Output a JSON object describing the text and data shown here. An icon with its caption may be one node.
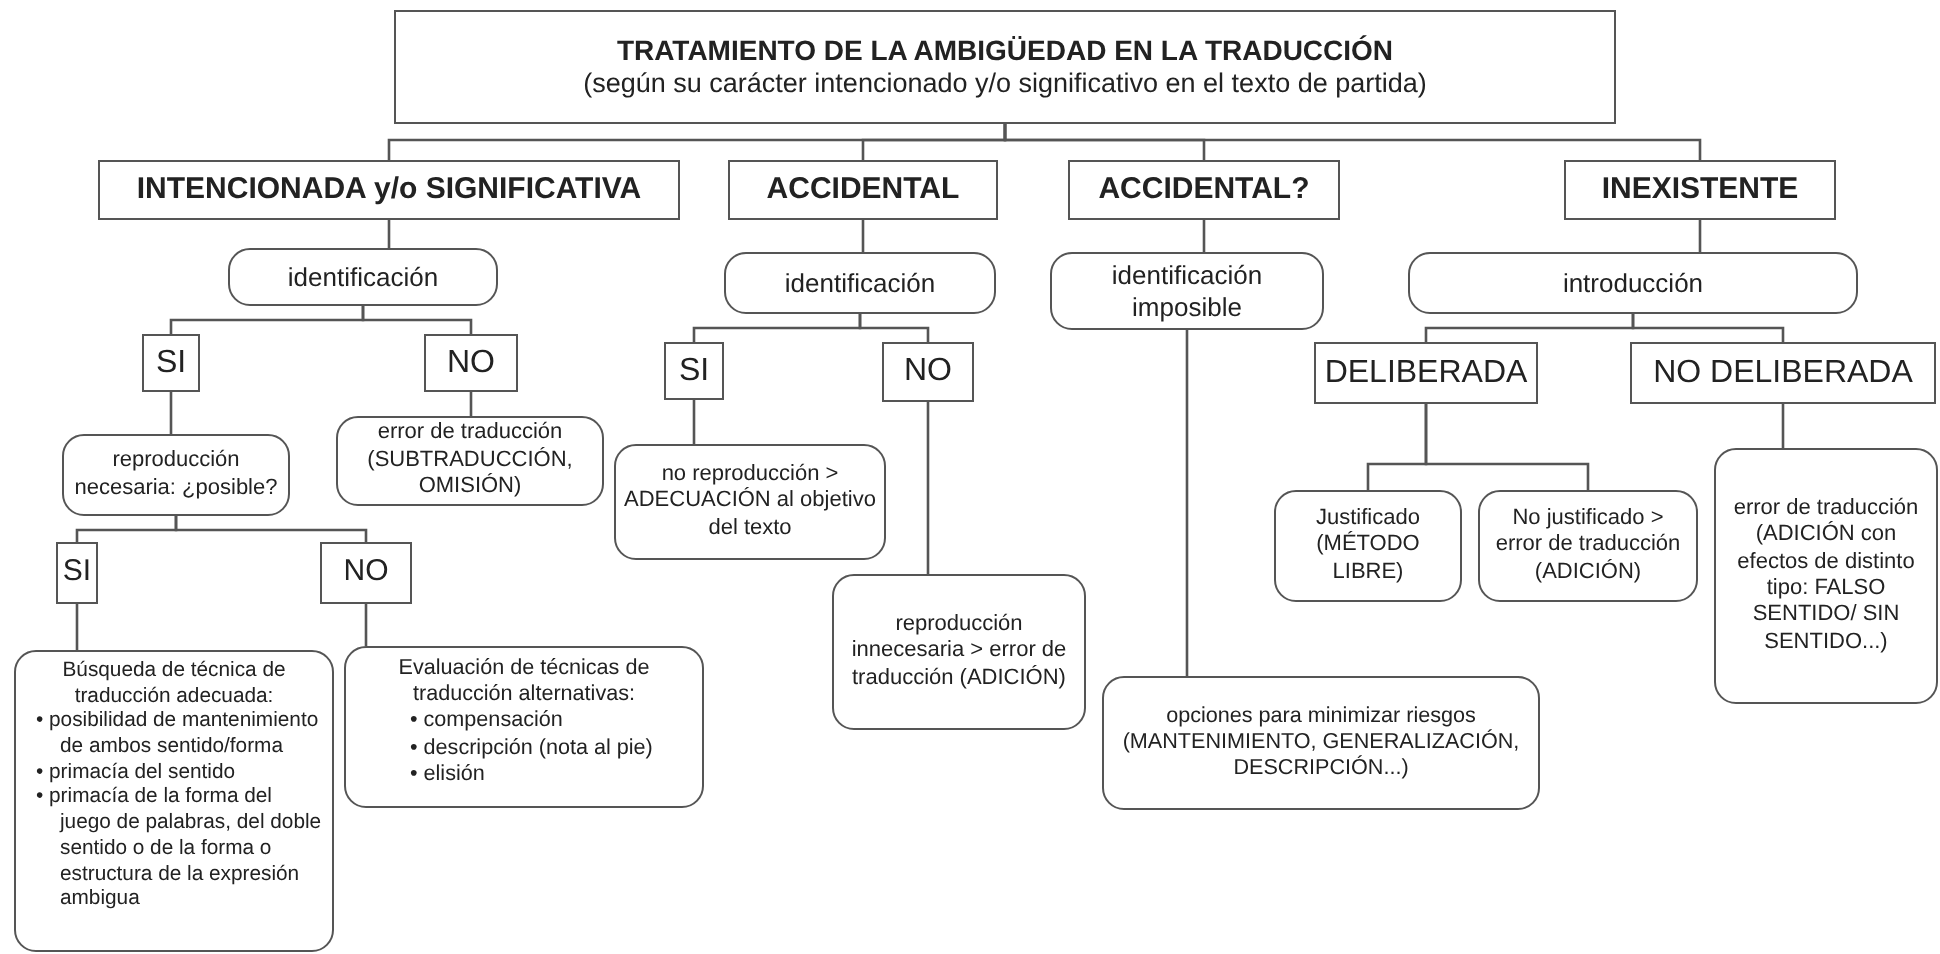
{
  "diagram": {
    "nodes": [
      {
        "text": [
          "TRATAMIENTO DE LA AMBIGÜEDAD EN LA TRADUCCIÓN",
          "(según su carácter intencionado y/o significativo en el texto de partida)"
        ]
      },
      {
        "text": [
          "INTENCIONADA y/o SIGNIFICATIVA"
        ]
      },
      {
        "text": [
          "ACCIDENTAL"
        ]
      },
      {
        "text": [
          "ACCIDENTAL?"
        ]
      },
      {
        "text": [
          "INEXISTENTE"
        ]
      },
      {
        "text": [
          "identificación"
        ]
      },
      {
        "text": [
          "identificación"
        ]
      },
      {
        "text": [
          "identificación imposible"
        ]
      },
      {
        "text": [
          "introducción"
        ]
      },
      {
        "text": [
          "SI"
        ]
      },
      {
        "text": [
          "NO"
        ]
      },
      {
        "text": [
          "SI"
        ]
      },
      {
        "text": [
          "NO"
        ]
      },
      {
        "text": [
          "DELIBERADA"
        ]
      },
      {
        "text": [
          "NO DELIBERADA"
        ]
      },
      {
        "text": [
          "reproducción necesaria: ¿posible?"
        ]
      },
      {
        "text": [
          "error de traducción (SUBTRADUCCIÓN, OMISIÓN)"
        ]
      },
      {
        "text": [
          "no reproducción > ADECUACIÓN al objetivo del texto"
        ]
      },
      {
        "text": [
          "SI"
        ]
      },
      {
        "text": [
          "NO"
        ]
      },
      {
        "text": [
          "Justificado (MÉTODO LIBRE)"
        ]
      },
      {
        "text": [
          "No justificado > error de traducción (ADICIÓN)"
        ]
      },
      {
        "text": [
          "error de traducción (ADICIÓN con efectos de distinto tipo: FALSO SENTIDO/ SIN SENTIDO...)"
        ]
      },
      {
        "text": [
          "reproducción innecesaria > error de traducción (ADICIÓN)"
        ]
      },
      {
        "text": [
          "Búsqueda de técnica de traducción adecuada:",
          "• posibilidad de mantenimiento de ambos sentido/forma",
          "• primacía del sentido",
          "• primacía de la forma del juego de palabras, del doble sentido o de la forma o estructura de la expresión ambigua"
        ]
      },
      {
        "text": [
          "Evaluación de técnicas de traducción alternativas:",
          "• compensación",
          "• descripción (nota al pie)",
          "• elisión"
        ]
      },
      {
        "text": [
          "opciones para minimizar riesgos (MANTENIMIENTO, GENERALIZACIÓN, DESCRIPCIÓN...)"
        ]
      }
    ],
    "edges": [
      {
        "from": 0,
        "to": 1,
        "arrow": "none"
      },
      {
        "from": 0,
        "to": 2,
        "arrow": "none"
      },
      {
        "from": 0,
        "to": 3,
        "arrow": "none"
      },
      {
        "from": 0,
        "to": 4,
        "arrow": "none"
      },
      {
        "from": 1,
        "to": 5,
        "arrow": "none"
      },
      {
        "from": 5,
        "to": 9,
        "arrow": "none"
      },
      {
        "from": 5,
        "to": 10,
        "arrow": "none"
      },
      {
        "from": 9,
        "to": 15,
        "arrow": "none"
      },
      {
        "from": 10,
        "to": 16,
        "arrow": "none"
      },
      {
        "from": 15,
        "to": 18,
        "arrow": "none"
      },
      {
        "from": 15,
        "to": 19,
        "arrow": "none"
      },
      {
        "from": 18,
        "to": 24,
        "arrow": "none"
      },
      {
        "from": 19,
        "to": 25,
        "arrow": "none"
      },
      {
        "from": 2,
        "to": 6,
        "arrow": "none"
      },
      {
        "from": 6,
        "to": 11,
        "arrow": "none"
      },
      {
        "from": 6,
        "to": 12,
        "arrow": "none"
      },
      {
        "from": 11,
        "to": 17,
        "arrow": "none"
      },
      {
        "from": 12,
        "to": 23,
        "arrow": "none"
      },
      {
        "from": 3,
        "to": 7,
        "arrow": "none"
      },
      {
        "from": 7,
        "to": 26,
        "arrow": "none"
      },
      {
        "from": 4,
        "to": 8,
        "arrow": "none"
      },
      {
        "from": 8,
        "to": 13,
        "arrow": "none"
      },
      {
        "from": 8,
        "to": 14,
        "arrow": "none"
      },
      {
        "from": 13,
        "to": 20,
        "arrow": "none"
      },
      {
        "from": 13,
        "to": 21,
        "arrow": "none"
      },
      {
        "from": 14,
        "to": 22,
        "arrow": "none"
      }
    ]
  }
}
